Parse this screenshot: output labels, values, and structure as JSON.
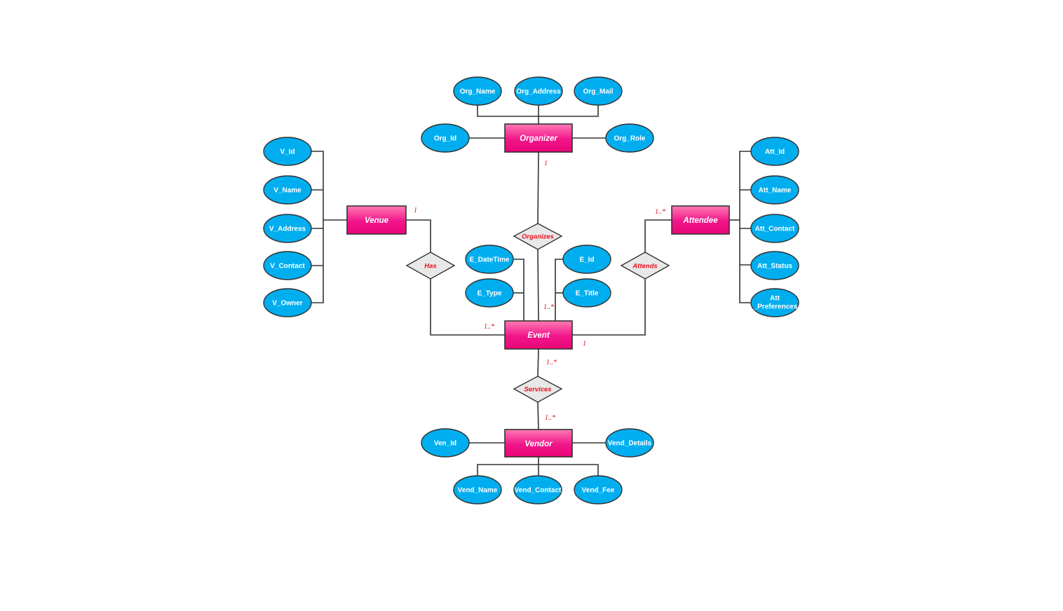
{
  "colors": {
    "attribute_fill": "#00aeef",
    "attribute_stroke": "#333333",
    "entity_fill_top": "#ff77b0",
    "entity_fill_bottom": "#ee0a7d",
    "entity_stroke": "#333333",
    "relationship_fill": "#e8e8e8",
    "relationship_text": "#e8101c",
    "cardinality_text": "#e8101c",
    "line": "#333333"
  },
  "entities": {
    "organizer": "Organizer",
    "venue": "Venue",
    "attendee": "Attendee",
    "event": "Event",
    "vendor": "Vendor"
  },
  "relationships": {
    "organizes": "Organizes",
    "has": "Has",
    "attends": "Attends",
    "services": "Services"
  },
  "attributes": {
    "organizer": [
      "Org_Name",
      "Org_Address",
      "Org_Mail",
      "Org_Id",
      "Org_Role"
    ],
    "venue": [
      "V_Id",
      "V_Name",
      "V_Address",
      "V_Contact",
      "V_Owner"
    ],
    "attendee": [
      "Att_Id",
      "Att_Name",
      "Att_Contact",
      "Att_Status",
      "Att",
      "_Preferences"
    ],
    "event": [
      "E_DateTime",
      "E_Type",
      "E_Id",
      "E_Title"
    ],
    "vendor": [
      "Ven_Id",
      "Vend_Details",
      "Vend_Name",
      "Vend_Contact",
      "Vend_Fee"
    ]
  },
  "cardinalities": {
    "organizer_organizes": "1",
    "event_organizes": "1..*",
    "venue_has": "1",
    "event_has": "1..*",
    "attendee_attends": "1..*",
    "event_attends": "1",
    "event_services": "1..*",
    "vendor_services": "1..*"
  }
}
